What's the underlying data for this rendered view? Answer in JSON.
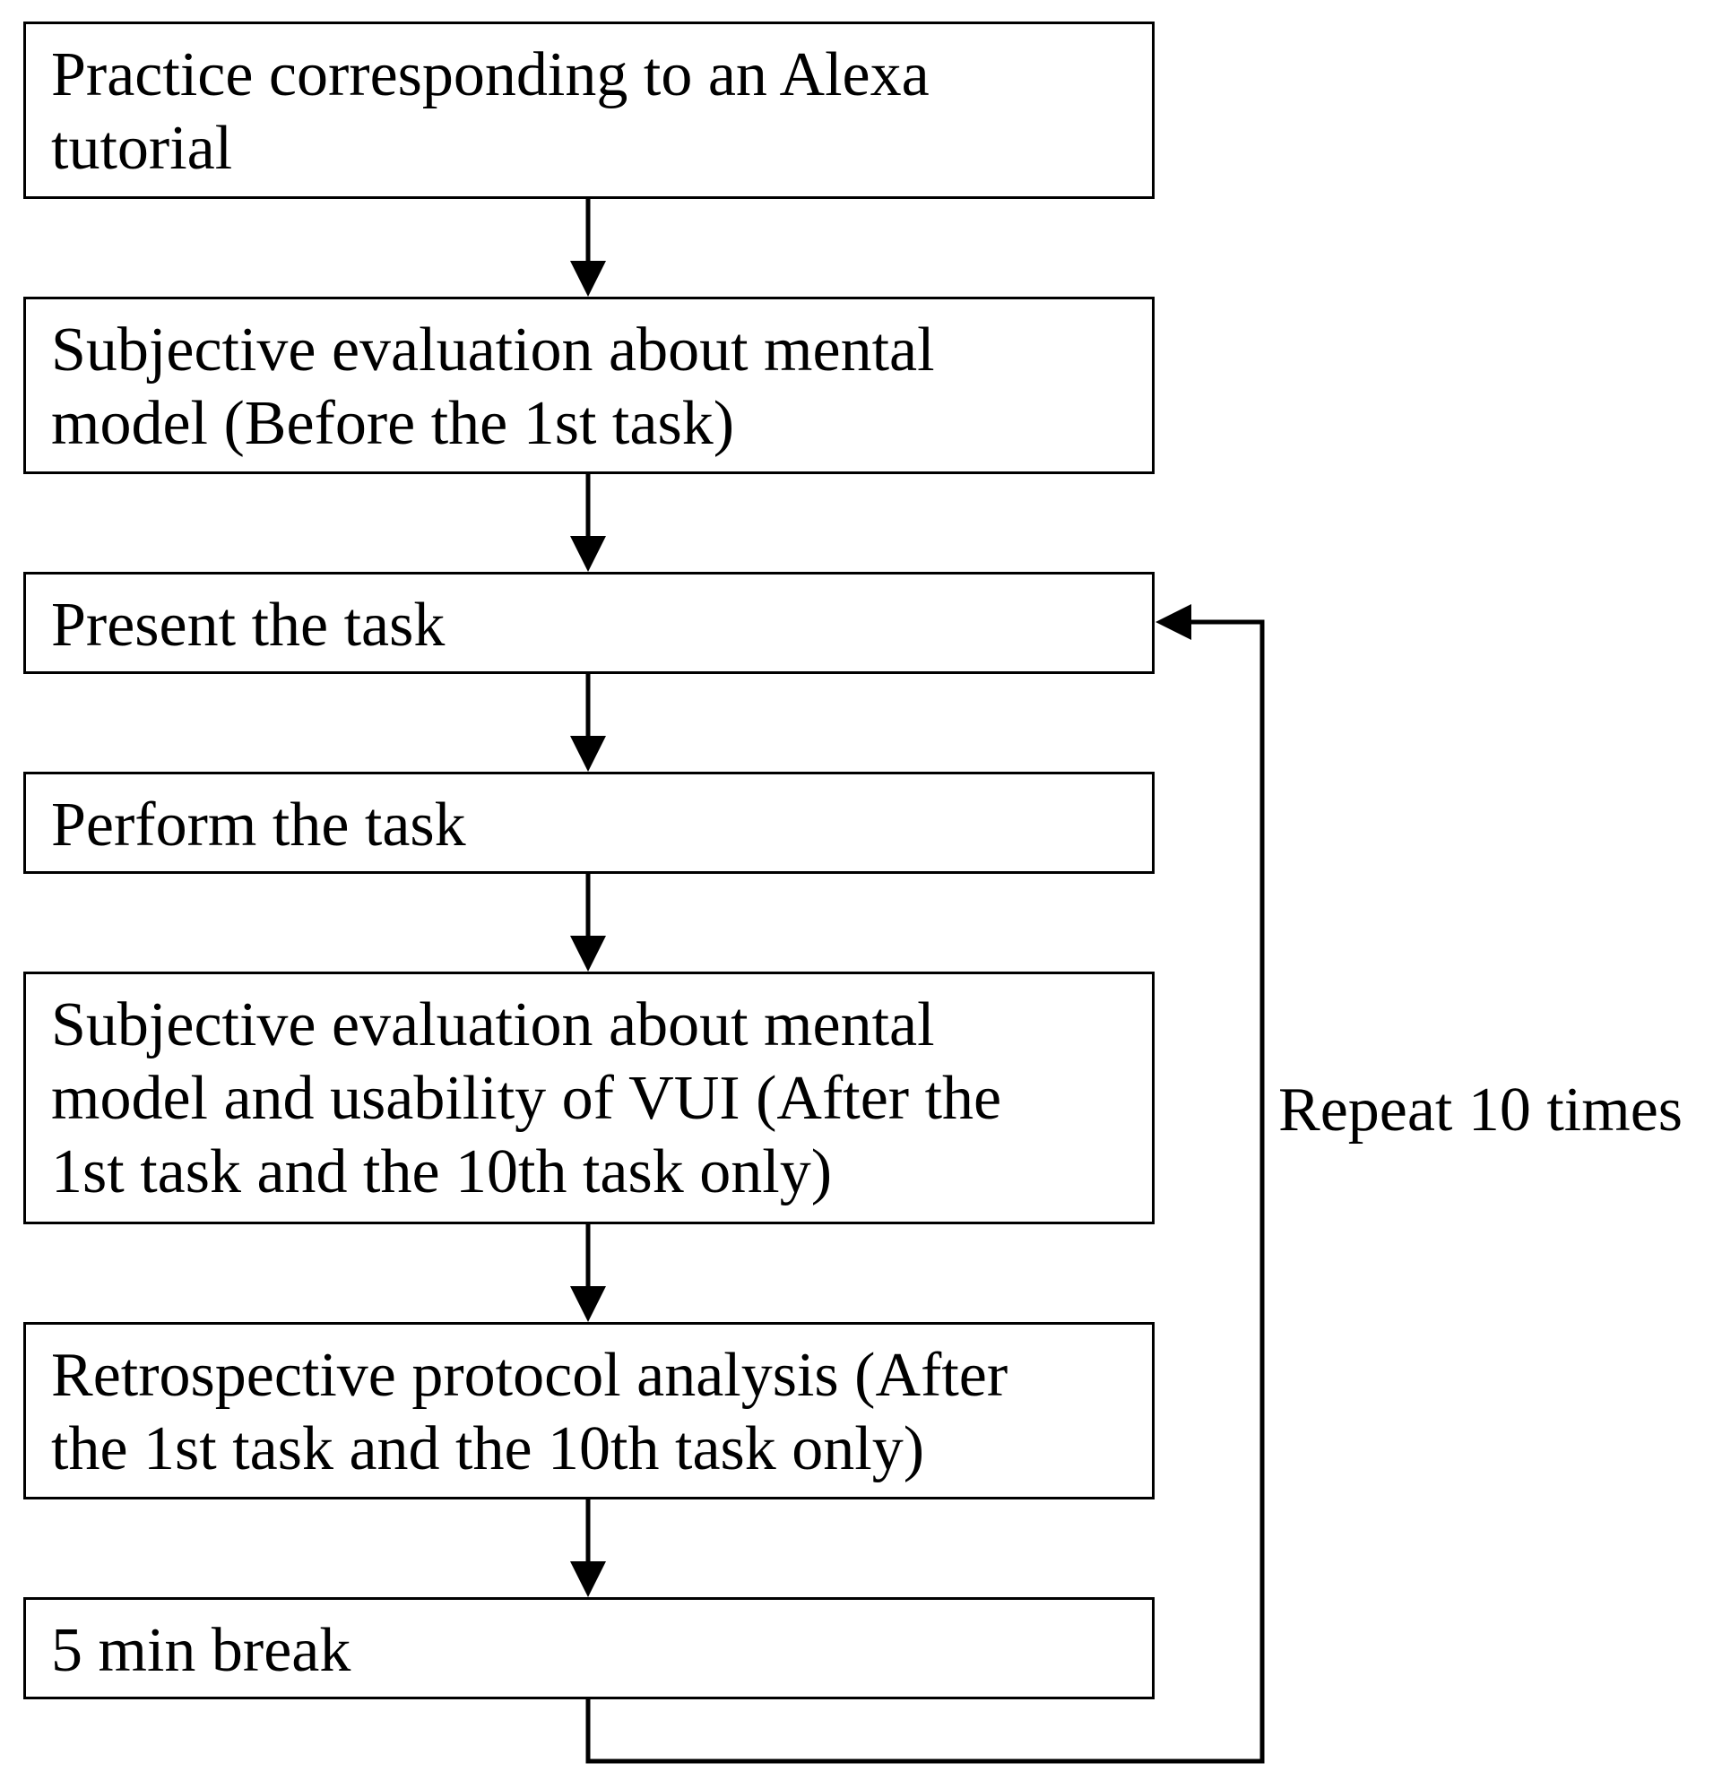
{
  "flowchart": {
    "steps": [
      {
        "label": "Practice corresponding to an  Alexa\ntutorial"
      },
      {
        "label": "Subjective evaluation about mental\nmodel (Before the 1st task)"
      },
      {
        "label": "Present the task"
      },
      {
        "label": "Perform the task"
      },
      {
        "label": "Subjective evaluation about mental\nmodel and usability of VUI (After the\n1st task and the 10th task only)"
      },
      {
        "label": "Retrospective protocol analysis (After\nthe 1st task and the 10th task only)"
      },
      {
        "label": "5 min break"
      }
    ],
    "loop": {
      "label": "Repeat 10 times",
      "from_step": 7,
      "to_step": 3
    }
  }
}
